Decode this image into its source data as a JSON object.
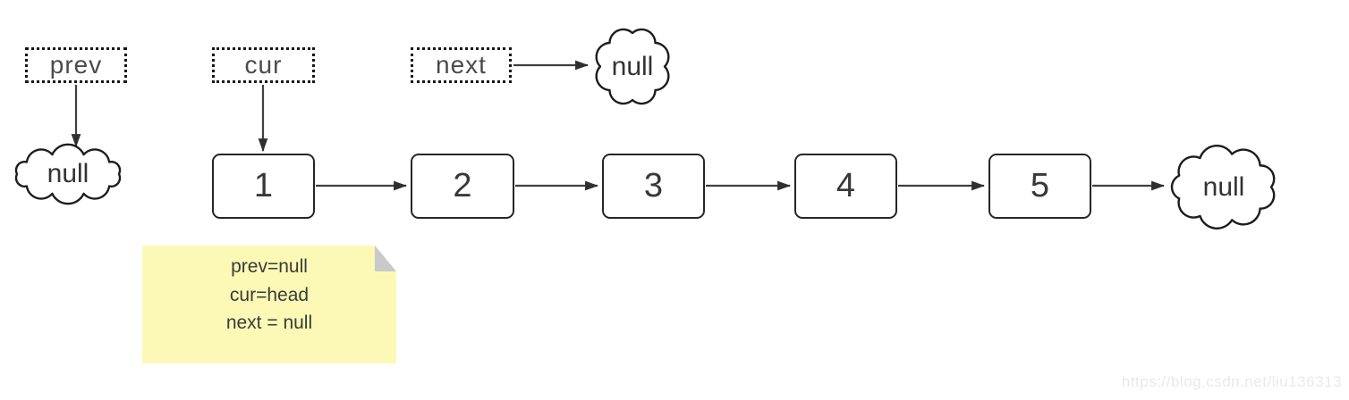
{
  "diagram": {
    "pointers": [
      {
        "label": "prev"
      },
      {
        "label": "cur"
      },
      {
        "label": "next"
      }
    ],
    "nodes": [
      {
        "label": "1"
      },
      {
        "label": "2"
      },
      {
        "label": "3"
      },
      {
        "label": "4"
      },
      {
        "label": "5"
      }
    ],
    "clouds": [
      {
        "label": "null"
      },
      {
        "label": "null"
      },
      {
        "label": "null"
      }
    ],
    "edges": [
      {
        "from": "prev",
        "to": "null-cloud-prev"
      },
      {
        "from": "cur",
        "to": "node-1"
      },
      {
        "from": "next",
        "to": "null-cloud-next"
      },
      {
        "from": "node-1",
        "to": "node-2"
      },
      {
        "from": "node-2",
        "to": "node-3"
      },
      {
        "from": "node-3",
        "to": "node-4"
      },
      {
        "from": "node-4",
        "to": "node-5"
      },
      {
        "from": "node-5",
        "to": "null-cloud-tail"
      }
    ],
    "note": {
      "lines": [
        "prev=null",
        "cur=head",
        "next = null"
      ]
    },
    "watermark": "https://blog.csdn.net/liu136313",
    "colors": {
      "note_bg": "#FBF9B5",
      "note_fold": "#C9C9C9",
      "line": "#3F3F3F",
      "box_border": "#262626",
      "text": "#3A3A3A",
      "watermark": "#E9E9E9"
    }
  }
}
